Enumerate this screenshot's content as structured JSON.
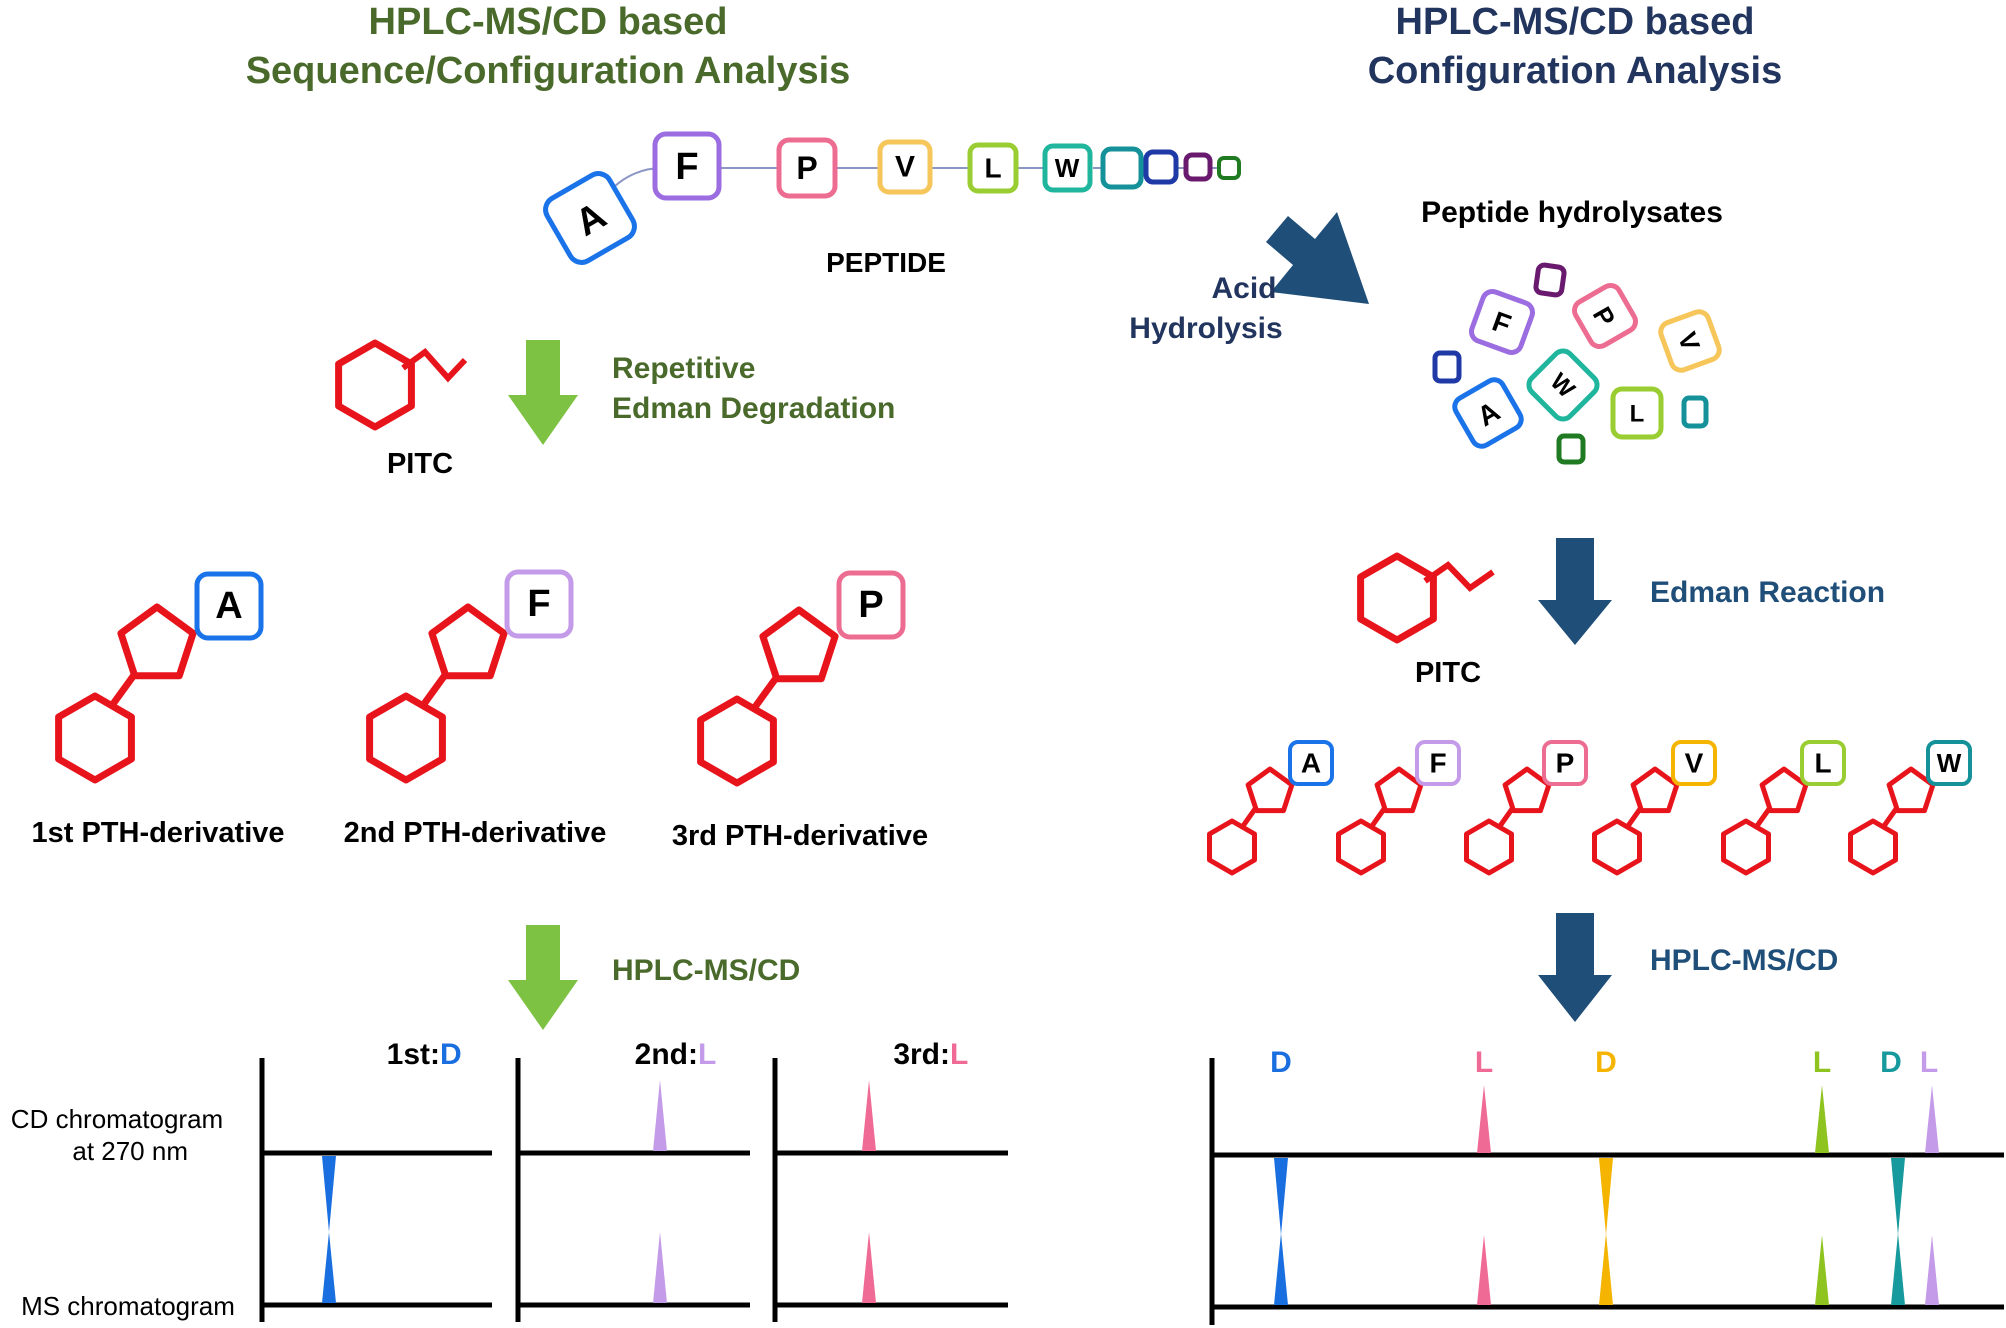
{
  "colors": {
    "green_title": "#4a6a2c",
    "navy_title": "#22355e",
    "arrow_green": "#7dc242",
    "arrow_navy": "#1f4e79",
    "molecule_red": "#e8141c",
    "A": "#1a73e8",
    "F": "#9b6de0",
    "P": "#ec6d91",
    "V": "#f6c65b",
    "L": "#9acd32",
    "W": "#20b59d",
    "teal": "#149199",
    "navy_box": "#1f3aa6",
    "purple_box": "#6a1a6e",
    "dkgreen_box": "#1f7a22",
    "peak_D_blue": "#1a6fe0",
    "peak_lavender": "#c49be8",
    "peak_pink": "#ef6a94",
    "peak_gold": "#f5b400",
    "peak_lime": "#8fc31f",
    "peak_teal": "#179a9e"
  },
  "left": {
    "title_line1": "HPLC-MS/CD based",
    "title_line2": "Sequence/Configuration Analysis",
    "step1_line1": "Repetitive",
    "step1_line2": "Edman Degradation",
    "reagent": "PITC",
    "derivatives": [
      {
        "residue": "A",
        "label": "1st PTH-derivative"
      },
      {
        "residue": "F",
        "label": "2nd PTH-derivative"
      },
      {
        "residue": "P",
        "label": "3rd PTH-derivative"
      }
    ],
    "step2": "HPLC-MS/CD",
    "cd_label_line1": "CD chromatogram",
    "cd_label_line2": "at 270 nm",
    "ms_label": "MS chromatogram",
    "panels": [
      {
        "prefix": "1st: ",
        "config": "D"
      },
      {
        "prefix": "2nd: ",
        "config": "L"
      },
      {
        "prefix": "3rd: ",
        "config": "L"
      }
    ]
  },
  "right": {
    "title_line1": "HPLC-MS/CD based",
    "title_line2": "Configuration Analysis",
    "step1_line1": "Acid",
    "step1_line2": "Hydrolysis",
    "hydrolysates": "Peptide hydrolysates",
    "reagent": "PITC",
    "step2": "Edman Reaction",
    "step3": "HPLC-MS/CD",
    "pth_residues": [
      "A",
      "F",
      "P",
      "V",
      "L",
      "W"
    ],
    "peak_configs": [
      "D",
      "L",
      "D",
      "L",
      "D",
      "L"
    ]
  },
  "peptide": {
    "label": "PEPTIDE",
    "residues": [
      "A",
      "F",
      "P",
      "V",
      "L",
      "W"
    ],
    "hydrolysate_residues": [
      "F",
      "P",
      "V",
      "A",
      "W",
      "L"
    ]
  }
}
